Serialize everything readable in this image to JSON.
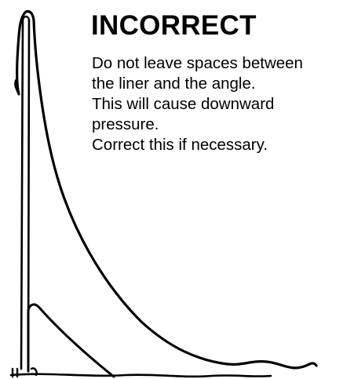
{
  "figure": {
    "title": "INCORRECT",
    "notes": [
      "Do not leave spaces between",
      "the liner and the angle.",
      "This will cause downward",
      "pressure.",
      "Correct this if necessary."
    ]
  }
}
